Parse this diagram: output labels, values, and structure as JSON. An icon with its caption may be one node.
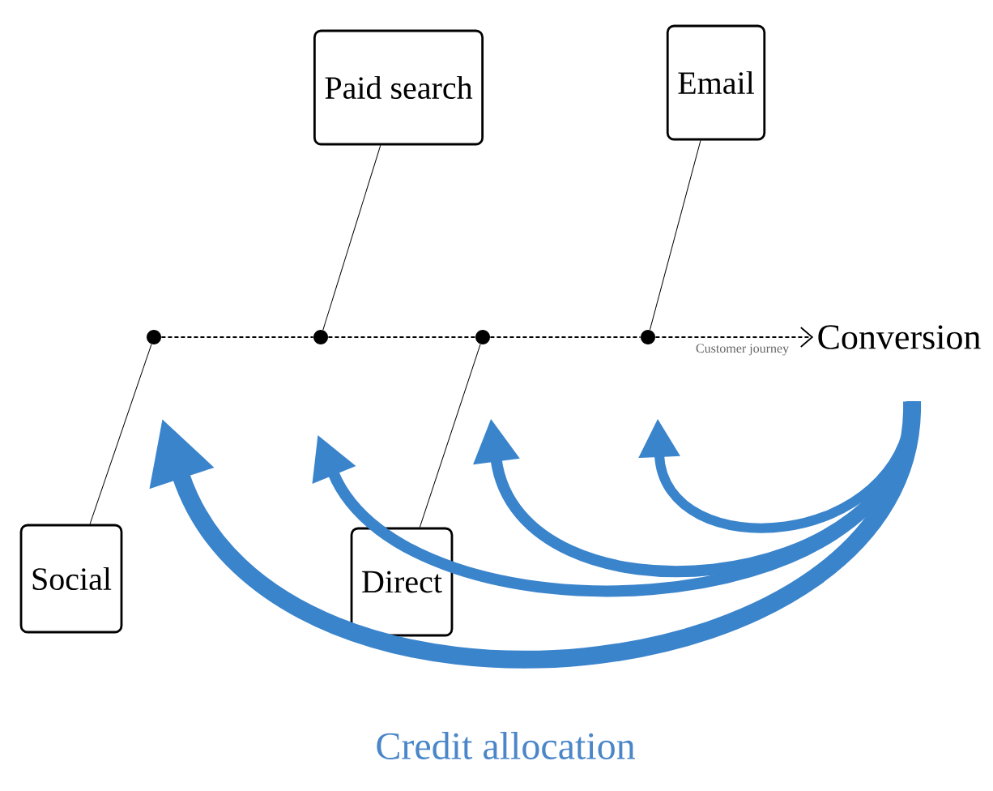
{
  "diagram": {
    "nodes": [
      {
        "text": [
          "Paid search"
        ]
      },
      {
        "text": [
          "Email"
        ]
      },
      {
        "text": [
          "Social"
        ]
      },
      {
        "text": [
          "Direct"
        ]
      },
      {
        "text": [],
        "shape": "circle"
      },
      {
        "text": [],
        "shape": "circle"
      },
      {
        "text": [],
        "shape": "circle"
      },
      {
        "text": [],
        "shape": "circle"
      },
      {
        "text": [
          "Conversion"
        ]
      }
    ],
    "edges": [
      {
        "from": 2,
        "to": 4,
        "arrow": "none"
      },
      {
        "from": 0,
        "to": 5,
        "arrow": "none"
      },
      {
        "from": 3,
        "to": 6,
        "arrow": "none"
      },
      {
        "from": 1,
        "to": 7,
        "arrow": "none"
      },
      {
        "from": 4,
        "to": 5,
        "arrow": "none",
        "style": "dashed"
      },
      {
        "from": 5,
        "to": 6,
        "arrow": "none",
        "style": "dashed"
      },
      {
        "from": 6,
        "to": 7,
        "arrow": "none",
        "style": "dashed"
      },
      {
        "from": 7,
        "to": 8,
        "arrow": "to",
        "style": "dashed",
        "label": "Customer journey"
      },
      {
        "from": 8,
        "to": null,
        "arrow": "to",
        "style": "thick",
        "color": "#3a84cc"
      },
      {
        "from": 8,
        "to": null,
        "arrow": "to",
        "style": "thick",
        "color": "#3a84cc"
      },
      {
        "from": 8,
        "to": null,
        "arrow": "to",
        "style": "thick",
        "color": "#3a84cc"
      },
      {
        "from": 8,
        "to": null,
        "arrow": "to",
        "style": "thick",
        "color": "#3a84cc"
      }
    ],
    "labels": [
      "Credit allocation"
    ]
  }
}
